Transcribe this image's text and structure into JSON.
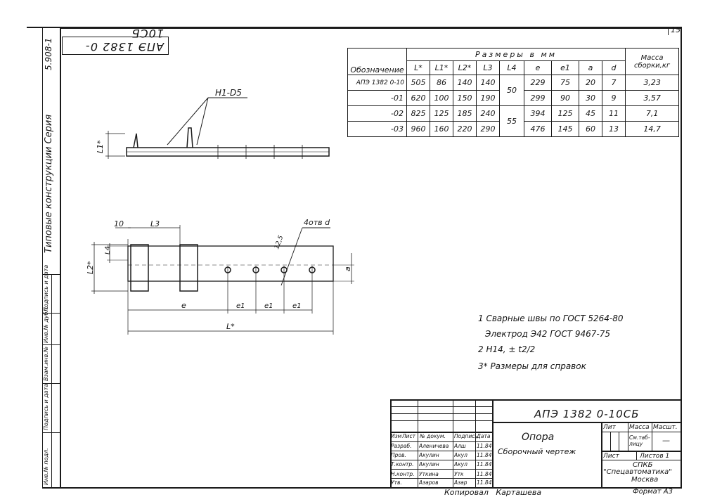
{
  "sheet": {
    "sheet_number": "15",
    "stamp_text": "АПЭ 1382 0-10СБ"
  },
  "left_strip": {
    "series_title": "Типовые конструкции  Серия",
    "series_number": "5.908-1",
    "fields": [
      "Инв.№ подл.",
      "Подпись и дата",
      "Взам.инв.№",
      "Инв.№ дубл.",
      "Подпись и дата"
    ]
  },
  "dimension_table": {
    "header": {
      "designation": "Обозначение",
      "group": "Размеры  в  мм",
      "mass": "Масса сборки,кг",
      "columns": [
        "L*",
        "L1*",
        "L2*",
        "L3",
        "L4",
        "e",
        "e1",
        "a",
        "d"
      ]
    },
    "rows": [
      {
        "designation": "АПЭ 1382 0-10",
        "values": [
          "505",
          "86",
          "140",
          "140",
          "",
          "229",
          "75",
          "20",
          "7"
        ],
        "mass": "3,23"
      },
      {
        "designation": "-01",
        "values": [
          "620",
          "100",
          "150",
          "190",
          "50",
          "299",
          "90",
          "30",
          "9"
        ],
        "mass": "3,57"
      },
      {
        "designation": "-02",
        "values": [
          "825",
          "125",
          "185",
          "240",
          "",
          "394",
          "125",
          "45",
          "11"
        ],
        "mass": "7,1"
      },
      {
        "designation": "-03",
        "values": [
          "960",
          "160",
          "220",
          "290",
          "55",
          "476",
          "145",
          "60",
          "13"
        ],
        "mass": "14,7"
      }
    ]
  },
  "drawing_labels": {
    "weld": "H1-D5",
    "l1_star": "L1*",
    "l2_star": "L2*",
    "l3": "L3",
    "l4": "L4",
    "dim_10": "10",
    "holes": "4отв d",
    "roughness": "12,5",
    "e": "e",
    "e1": "e1",
    "l_star": "L*",
    "a": "a"
  },
  "notes": [
    "1 Сварные швы по ГОСТ 5264-80",
    "Электрод Э42 ГОСТ 9467-75",
    "2 Н14, ± t2/2",
    "3* Размеры для справок"
  ],
  "title_block": {
    "doc_code": "АПЭ 1382 0-10СБ",
    "name": "Опора",
    "doc_type": "Сборочный чертеж",
    "col_headers": [
      "Изм",
      "Лист",
      "№ докум.",
      "Подпись",
      "Дата"
    ],
    "people": [
      {
        "role": "Разраб.",
        "name": "Аленичева",
        "sign": "Алш",
        "date": "11.84"
      },
      {
        "role": "Пров.",
        "name": "Акулин",
        "sign": "Акул",
        "date": "11.84"
      },
      {
        "role": "Т.контр.",
        "name": "Акулин",
        "sign": "Акул",
        "date": "11.84"
      },
      {
        "role": "",
        "name": "",
        "sign": "",
        "date": ""
      },
      {
        "role": "Н.контр.",
        "name": "Уткина",
        "sign": "Утк",
        "date": "11.84"
      },
      {
        "role": "Утв.",
        "name": "Азаров",
        "sign": "Азар",
        "date": "11.84"
      }
    ],
    "lit_label": "Лит",
    "mass_label": "Масса",
    "scale_label": "Масшт.",
    "mass_value": "См.таб-лицу",
    "scale_value": "—",
    "sheet_label": "Лист",
    "sheets_label": "Листов 1",
    "org_line1": "СПКБ",
    "org_line2": "\"Спецавтоматика\"",
    "org_line3": "Москва",
    "copied": "Копировал   Карташева",
    "format": "Формат А3"
  }
}
